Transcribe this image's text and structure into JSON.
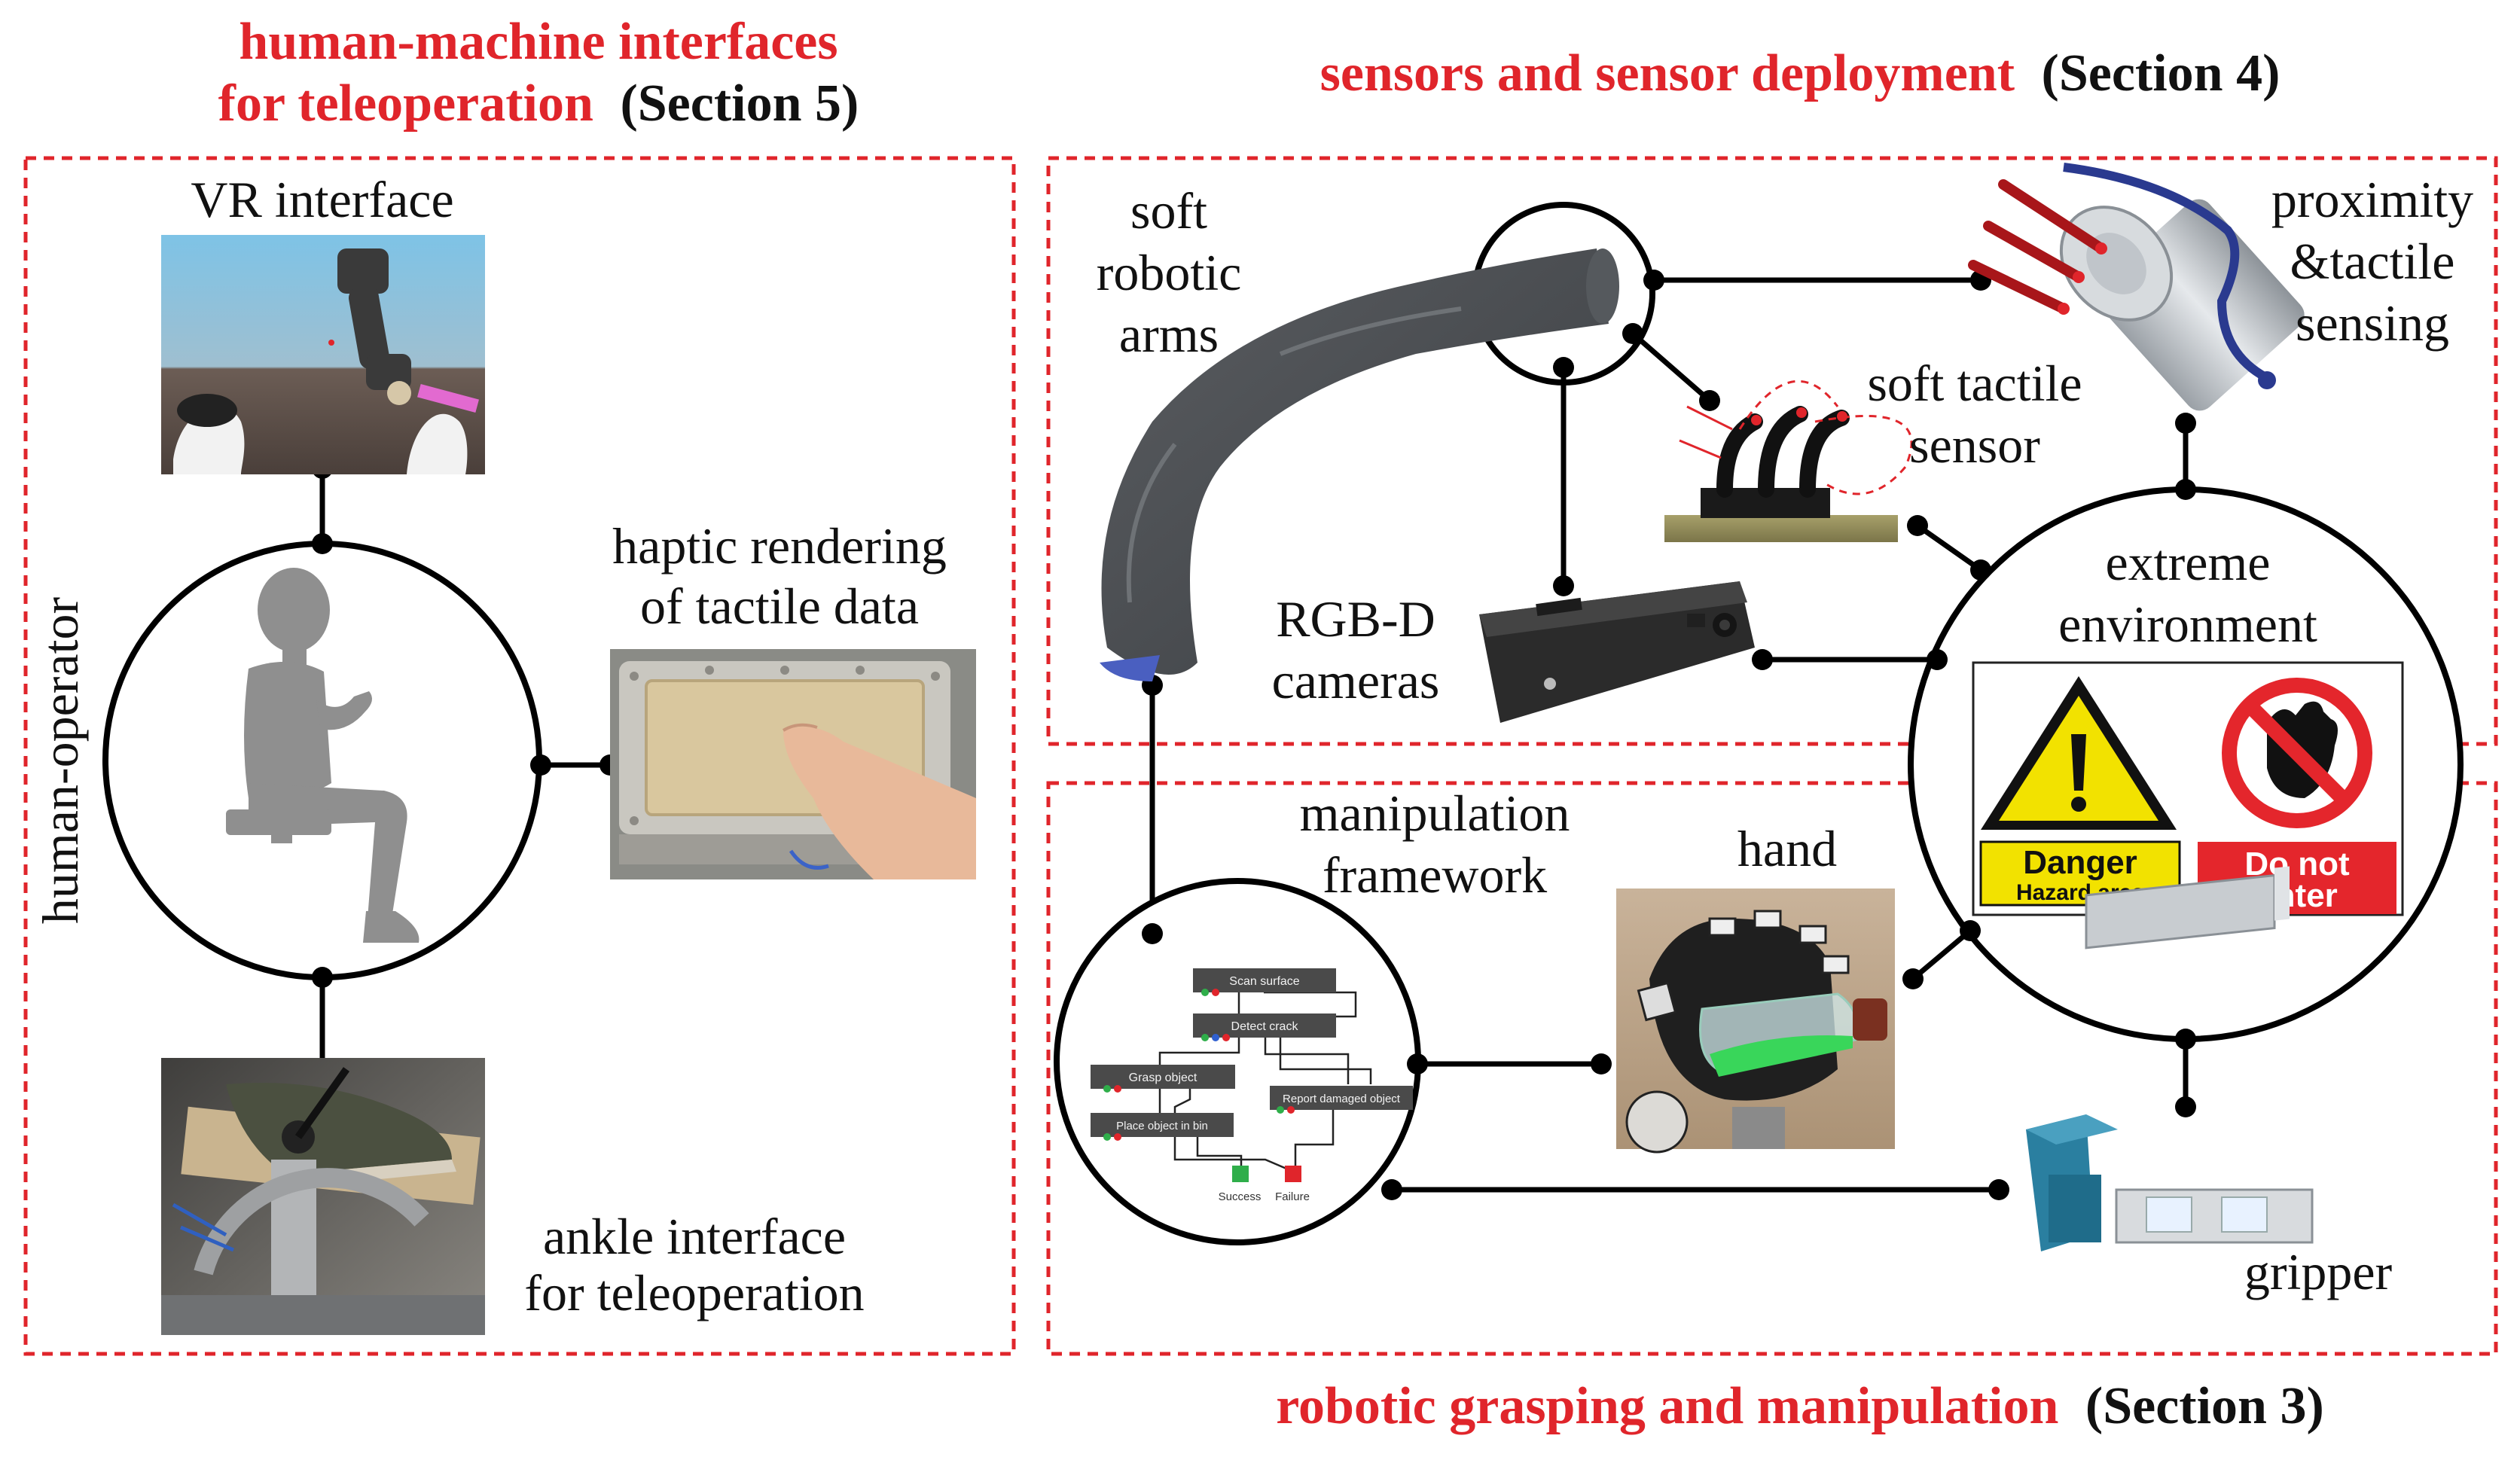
{
  "sections": {
    "left": {
      "title_line1": "human-machine interfaces",
      "title_line2": "for teleoperation",
      "ref": "(Section 5)"
    },
    "top_right": {
      "title": "sensors and sensor deployment",
      "ref": "(Section 4)"
    },
    "bottom_right": {
      "title": "robotic grasping and manipulation",
      "ref": "(Section 3)"
    }
  },
  "left": {
    "vr_interface": "VR interface",
    "human_operator": "human-operator",
    "haptic_line1": "haptic rendering",
    "haptic_line2": "of tactile data",
    "ankle_line1": "ankle interface",
    "ankle_line2": "for teleoperation"
  },
  "sensors": {
    "soft_arms": [
      "soft",
      "robotic",
      "arms"
    ],
    "proximity": [
      "proximity",
      "&tactile",
      "sensing"
    ],
    "soft_tactile": [
      "soft tactile",
      "sensor"
    ],
    "rgbd": [
      "RGB-D",
      "cameras"
    ],
    "extreme": [
      "extreme",
      "environment"
    ]
  },
  "signs": {
    "danger_title": "Danger",
    "danger_sub": "Hazard area",
    "donot_line1": "Do not",
    "donot_line2": "enter"
  },
  "manipulation": {
    "framework": [
      "manipulation",
      "framework"
    ],
    "hand": "hand",
    "gripper": "gripper",
    "flow_nodes": [
      "Scan surface",
      "Detect crack",
      "Grasp object",
      "Report damaged object",
      "Place object in bin"
    ],
    "outcomes": [
      "Success",
      "Failure"
    ]
  },
  "colors": {
    "accent_red": "#e0252b",
    "danger_yellow": "#f2e200",
    "prohibit_red": "#e4262c",
    "flow_node": "#4a4a4a"
  }
}
